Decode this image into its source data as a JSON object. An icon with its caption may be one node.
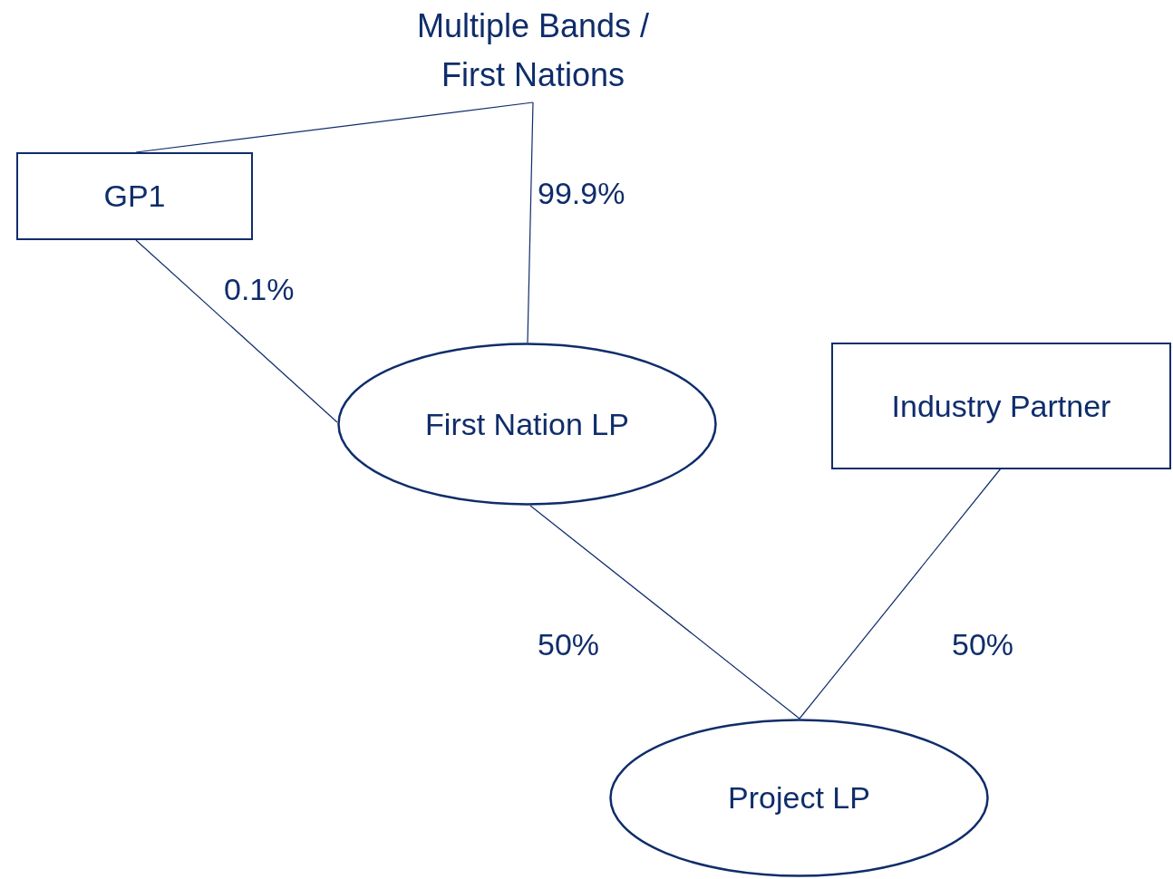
{
  "diagram": {
    "nodes": [
      {
        "text": [
          "Multiple Bands / First Nations"
        ]
      },
      {
        "text": [
          "GP1"
        ]
      },
      {
        "text": [
          "First Nation LP"
        ]
      },
      {
        "text": [
          "Industry Partner"
        ]
      },
      {
        "text": [
          "Project LP"
        ]
      }
    ],
    "edges": [
      {
        "from": 0,
        "to": 1,
        "arrow": "none"
      },
      {
        "from": 0,
        "to": 2,
        "arrow": "none",
        "label": "99.9%"
      },
      {
        "from": 1,
        "to": 2,
        "arrow": "none",
        "label": "0.1%"
      },
      {
        "from": 2,
        "to": 4,
        "arrow": "none",
        "label": "50%"
      },
      {
        "from": 3,
        "to": 4,
        "arrow": "none",
        "label": "50%"
      }
    ]
  }
}
